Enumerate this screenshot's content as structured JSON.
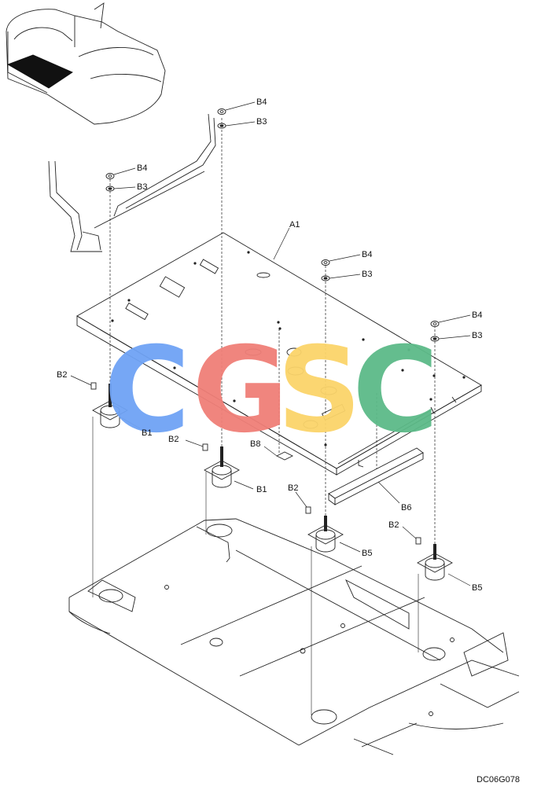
{
  "diagram": {
    "labels": {
      "A1": "A1",
      "B1": "B1",
      "B2": "B2",
      "B3": "B3",
      "B4": "B4",
      "B5": "B5",
      "B6": "B6",
      "B8": "B8"
    },
    "drawing_code": "DC06G078",
    "watermark": {
      "letters": [
        "C",
        "G",
        "S",
        "C"
      ],
      "colors": [
        "#6fa3f5",
        "#f07f78",
        "#fbd46a",
        "#5cba88"
      ]
    }
  }
}
